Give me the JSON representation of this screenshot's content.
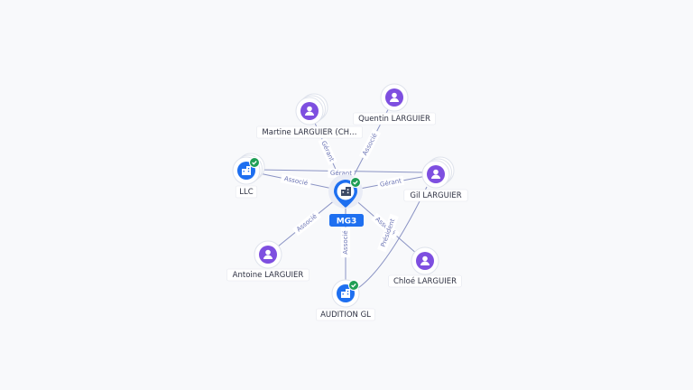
{
  "center": {
    "label": "MG3",
    "icon": "building-icon",
    "verified": true
  },
  "nodes": [
    {
      "id": "martine",
      "label": "Martine LARGUIER (CH…",
      "kind": "person",
      "icon": "person-icon",
      "stacked": true
    },
    {
      "id": "quentin",
      "label": "Quentin LARGUIER",
      "kind": "person",
      "icon": "person-icon",
      "stacked": false
    },
    {
      "id": "llc",
      "label": "LLC",
      "kind": "company",
      "icon": "building-icon",
      "stacked": true,
      "verified": true
    },
    {
      "id": "gil",
      "label": "Gil LARGUIER",
      "kind": "person",
      "icon": "person-icon",
      "stacked": true
    },
    {
      "id": "antoine",
      "label": "Antoine LARGUIER",
      "kind": "person",
      "icon": "person-icon",
      "stacked": false
    },
    {
      "id": "chloe",
      "label": "Chloé LARGUIER",
      "kind": "person",
      "icon": "person-icon",
      "stacked": false
    },
    {
      "id": "audition",
      "label": "AUDITION GL",
      "kind": "company",
      "icon": "building-icon",
      "stacked": false,
      "verified": true
    }
  ],
  "edges": [
    {
      "from": "martine",
      "to": "center",
      "label": "Gérant"
    },
    {
      "from": "quentin",
      "to": "center",
      "label": "Associé"
    },
    {
      "from": "llc",
      "to": "center",
      "label": "Associé"
    },
    {
      "from": "gil",
      "to": "center",
      "label": "Gérant"
    },
    {
      "from": "gil",
      "to": "llc",
      "label": "Gérant"
    },
    {
      "from": "antoine",
      "to": "center",
      "label": "Associé"
    },
    {
      "from": "audition",
      "to": "center",
      "label": "Associé"
    },
    {
      "from": "chloe",
      "to": "center",
      "label": "Associé"
    },
    {
      "from": "audition",
      "to": "gil",
      "label": "Président"
    }
  ],
  "colors": {
    "person": "#7e4fe0",
    "company": "#1e6ff0",
    "verified": "#1f9e55",
    "edge": "#8a93c4",
    "edge_label": "#6d76b5"
  }
}
